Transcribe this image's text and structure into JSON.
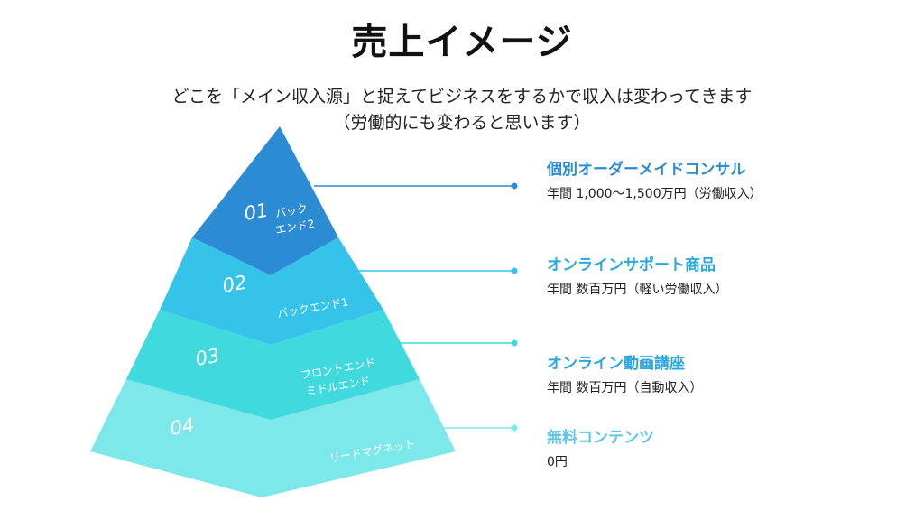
{
  "title": "売上イメージ",
  "subtitle": [
    "どこを「メイン収入源」と捉えてビジネスをするかで収入は変わってきます",
    "（労働的にも変わると思います）"
  ],
  "levels": [
    {
      "number": "01",
      "label_lines": [
        "バック",
        "エンド2"
      ],
      "color": "#2b8bd3",
      "title": "個別オーダーメイドコンサル",
      "title_color": "#2b8bd3",
      "desc": "年間 1,000〜1,500万円（労働収入）"
    },
    {
      "number": "02",
      "label_lines": [
        "バックエンド1"
      ],
      "color": "#36c3ea",
      "title": "オンラインサポート商品",
      "title_color": "#2aa9df",
      "desc": "年間 数百万円（軽い労働収入）"
    },
    {
      "number": "03",
      "label_lines": [
        "フロントエンド",
        "ミドルエンド"
      ],
      "color": "#3fd9de",
      "title": "オンライン動画講座",
      "title_color": "#29a7de",
      "desc": "年間 数百万円（自動収入）"
    },
    {
      "number": "04",
      "label_lines": [
        "リードマグネット"
      ],
      "color": "#7ce8ea",
      "title": "無料コンテンツ",
      "title_color": "#5cc6e6",
      "desc": "0円"
    }
  ]
}
